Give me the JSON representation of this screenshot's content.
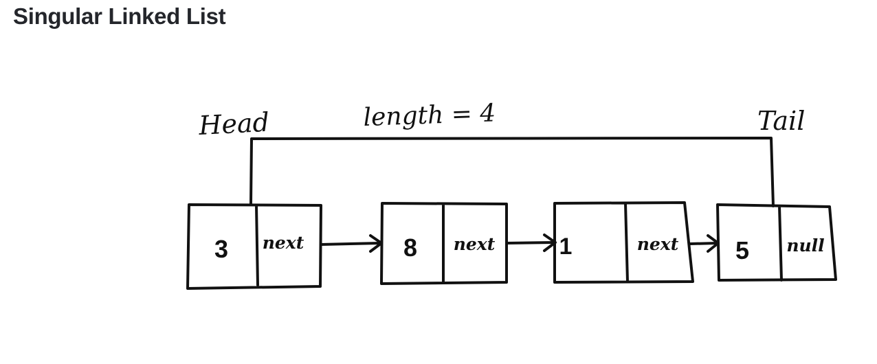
{
  "title": "Singular Linked List",
  "labels": {
    "head": "Head",
    "length": "length = 4",
    "tail": "Tail"
  },
  "nodes": [
    {
      "value": "3",
      "pointer": "next"
    },
    {
      "value": "8",
      "pointer": "next"
    },
    {
      "value": "1",
      "pointer": "next"
    },
    {
      "value": "5",
      "pointer": "null"
    }
  ]
}
